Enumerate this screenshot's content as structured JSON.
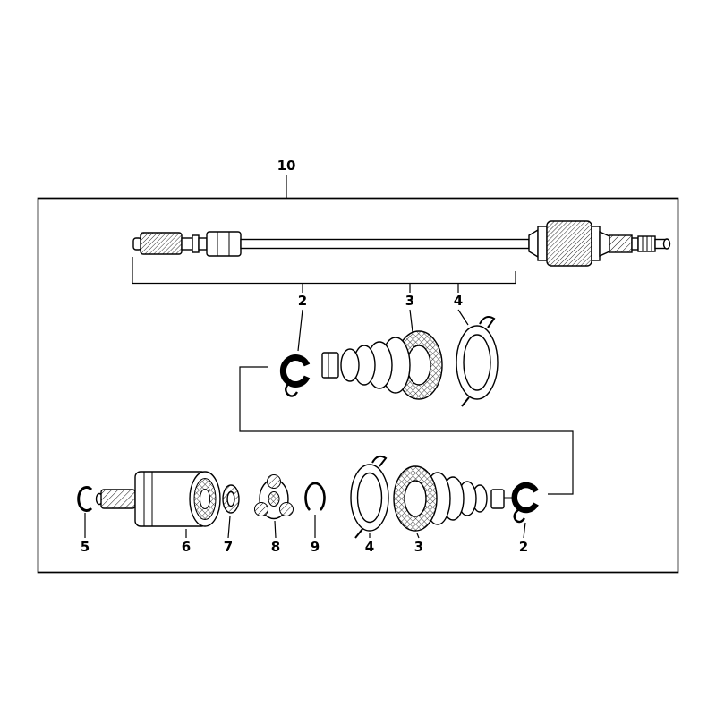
{
  "canvas": {
    "background_color": "#ffffff",
    "ink_color": "#000000"
  },
  "diagram": {
    "assembly_callout": {
      "label": "10"
    },
    "outer_boot_kit_callouts": [
      {
        "label": "2"
      },
      {
        "label": "3"
      },
      {
        "label": "4"
      }
    ],
    "inner_joint_callouts": [
      {
        "label": "5"
      },
      {
        "label": "6"
      },
      {
        "label": "7"
      },
      {
        "label": "8"
      },
      {
        "label": "9"
      },
      {
        "label": "4"
      },
      {
        "label": "3"
      },
      {
        "label": "2"
      }
    ]
  }
}
